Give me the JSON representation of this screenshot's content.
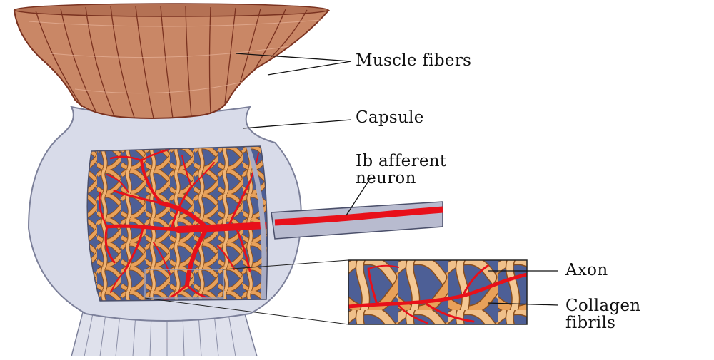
{
  "labels": {
    "muscle_fibers": "Muscle fibers",
    "capsule": "Capsule",
    "afferent_line1": "Ib afferent",
    "afferent_line2": "neuron",
    "axon": "Axon",
    "collagen_line1": "Collagen",
    "collagen_line2": "fibrils"
  },
  "colors": {
    "muscle": "#c98766",
    "muscle_line": "#7a3220",
    "capsule": "#d8dbe9",
    "capsule_edge": "#7c809a",
    "collagen": "#e8a15a",
    "collagen_edge": "#8a4e1c",
    "background_matrix": "#4d5f96",
    "axon": "#e8101a",
    "tendon": "#dfe1ec"
  }
}
